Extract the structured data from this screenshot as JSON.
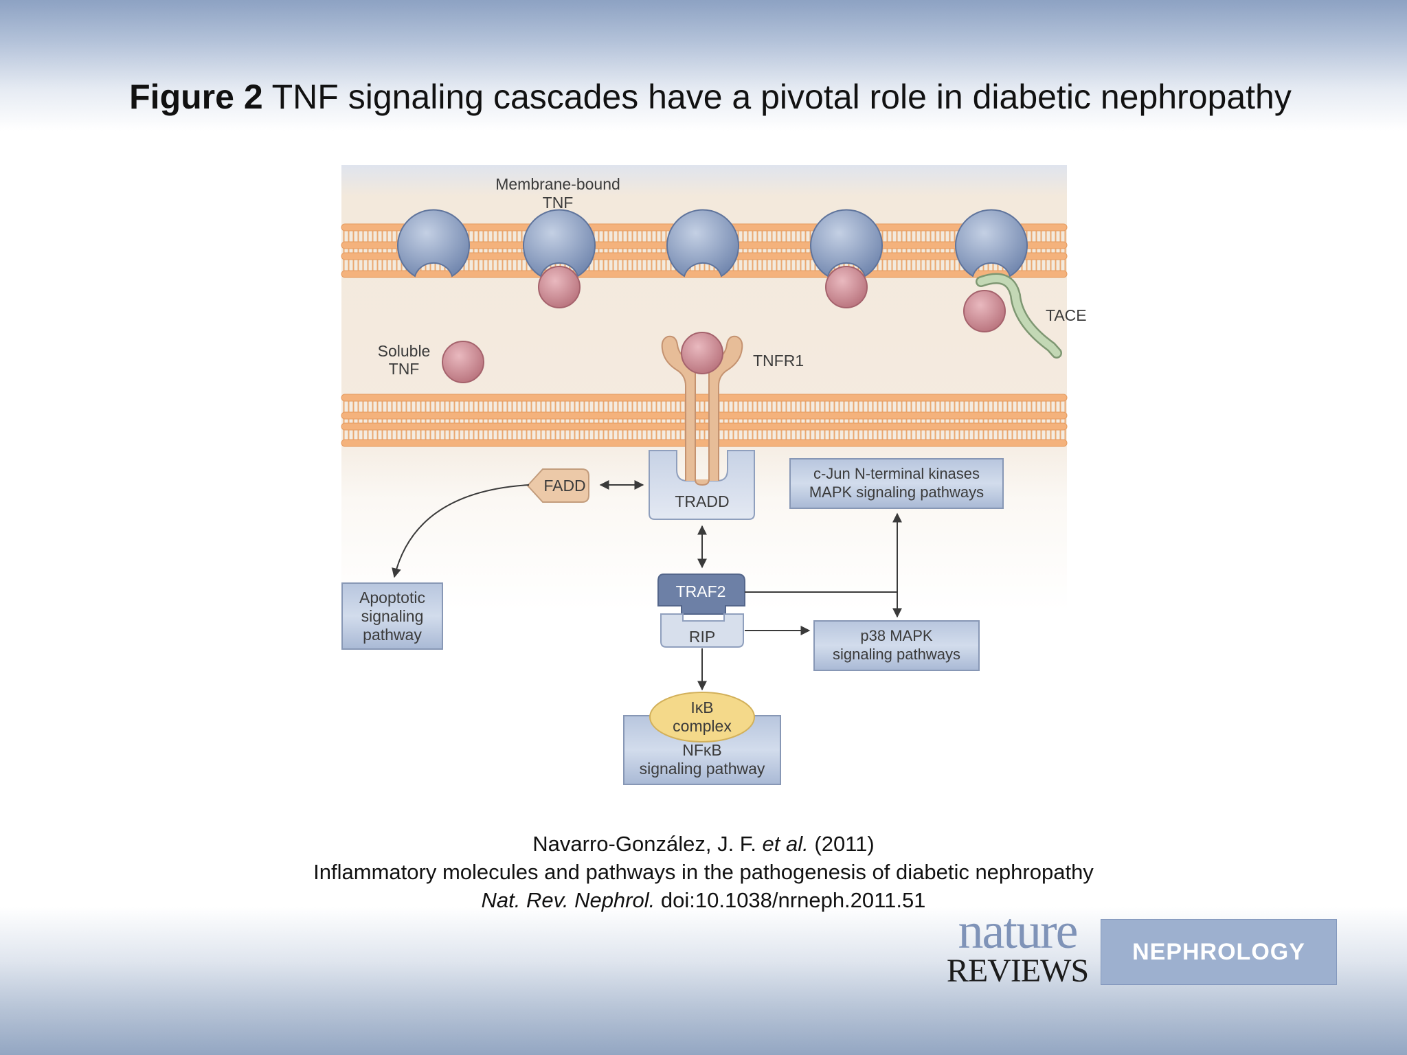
{
  "title": {
    "prefix": "Figure 2",
    "text": "TNF signaling cascades have a pivotal role in diabetic nephropathy"
  },
  "diagram": {
    "membrane_bound_tnf": [
      "Membrane-bound",
      "TNF"
    ],
    "tace": "TACE",
    "soluble_tnf": [
      "Soluble",
      "TNF"
    ],
    "tnfr1": "TNFR1",
    "fadd": "FADD",
    "tradd": "TRADD",
    "jnk": [
      "c-Jun N-terminal kinases",
      "MAPK signaling pathways"
    ],
    "apoptotic": [
      "Apoptotic",
      "signaling",
      "pathway"
    ],
    "traf2": "TRAF2",
    "rip": "RIP",
    "p38": [
      "p38 MAPK",
      "signaling pathways"
    ],
    "ikb": [
      "IκB",
      "complex"
    ],
    "nfkb": [
      "NFκB",
      "signaling pathway"
    ]
  },
  "citation": {
    "authors": "Navarro-González, J. F.",
    "etal": "et al.",
    "year": "(2011)",
    "article": "Inflammatory molecules and pathways in the pathogenesis of diabetic nephropathy",
    "journal": "Nat. Rev. Nephrol.",
    "doi": "doi:10.1038/nrneph.2011.51"
  },
  "logo": {
    "nature": "nature",
    "reviews": "REVIEWS",
    "nephrology": "NEPHROLOGY"
  },
  "colors": {
    "receptor_blue": "#8196bb",
    "ligand_pink": "#c98a92",
    "tnfr1_tan": "#e3b892",
    "box_blue": "#a8b8d4",
    "fadd_tan": "#ecc9a8",
    "ikb_yellow": "#f3d884",
    "tace_green": "#b7cfa9",
    "membrane_orange": "#f0b37f"
  }
}
